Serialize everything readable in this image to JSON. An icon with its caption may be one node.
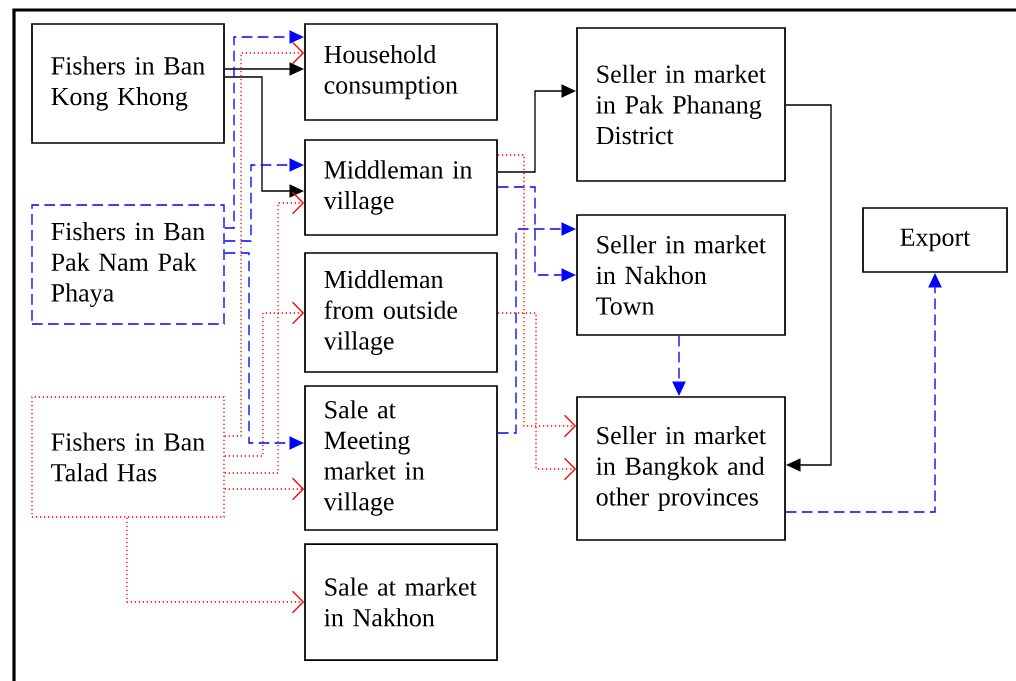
{
  "diagram": {
    "nodes": [
      {
        "text": [
          "Fishers in Ban Kong Khong"
        ]
      },
      {
        "text": [
          "Household consumption"
        ]
      },
      {
        "text": [
          "Seller in market in Pak Phanang District"
        ]
      },
      {
        "text": [
          "Middleman in village"
        ]
      },
      {
        "text": [
          "Fishers in Ban Pak Nam Pak Phaya"
        ]
      },
      {
        "text": [
          "Export"
        ]
      },
      {
        "text": [
          "Seller in market in Nakhon Town"
        ]
      },
      {
        "text": [
          "Middleman from outside village"
        ]
      },
      {
        "text": [
          "Sale at Meeting market in village"
        ]
      },
      {
        "text": [
          "Seller in market in Bangkok and other provinces"
        ]
      },
      {
        "text": [
          "Fishers in Ban Talad Has"
        ]
      },
      {
        "text": [
          "Sale at market in Nakhon"
        ]
      }
    ],
    "edges": [
      {
        "from": 0,
        "to": 1,
        "arrow": "to",
        "color": "#000000"
      },
      {
        "from": 0,
        "to": 3,
        "arrow": "to",
        "color": "#000000"
      },
      {
        "from": 3,
        "to": 2,
        "arrow": "to",
        "color": "#000000"
      },
      {
        "from": 2,
        "to": 9,
        "arrow": "to",
        "color": "#000000"
      },
      {
        "from": 4,
        "to": 1,
        "arrow": "to",
        "style": "dashed",
        "color": "#0000ff"
      },
      {
        "from": 4,
        "to": 3,
        "arrow": "to",
        "style": "dashed",
        "color": "#0000ff"
      },
      {
        "from": 4,
        "to": 8,
        "arrow": "to",
        "style": "dashed",
        "color": "#0000ff"
      },
      {
        "from": 3,
        "to": 6,
        "arrow": "to",
        "style": "dashed",
        "color": "#0000ff"
      },
      {
        "from": 8,
        "to": 6,
        "arrow": "to",
        "style": "dashed",
        "color": "#0000ff"
      },
      {
        "from": 6,
        "to": 9,
        "arrow": "to",
        "style": "dashed",
        "color": "#0000ff"
      },
      {
        "from": 9,
        "to": 5,
        "arrow": "to",
        "style": "dashed",
        "color": "#0000ff"
      },
      {
        "from": 10,
        "to": 1,
        "arrow": "to",
        "style": "dashed",
        "color": "#ff0000"
      },
      {
        "from": 10,
        "to": 3,
        "arrow": "to",
        "style": "dashed",
        "color": "#ff0000"
      },
      {
        "from": 10,
        "to": 7,
        "arrow": "to",
        "style": "dashed",
        "color": "#ff0000"
      },
      {
        "from": 10,
        "to": 8,
        "arrow": "to",
        "style": "dashed",
        "color": "#ff0000"
      },
      {
        "from": 10,
        "to": 11,
        "arrow": "to",
        "style": "dashed",
        "color": "#ff0000"
      },
      {
        "from": 3,
        "to": 9,
        "arrow": "to",
        "style": "dashed",
        "color": "#ff0000"
      },
      {
        "from": 7,
        "to": 9,
        "arrow": "to",
        "style": "dashed",
        "color": "#ff0000"
      }
    ]
  }
}
